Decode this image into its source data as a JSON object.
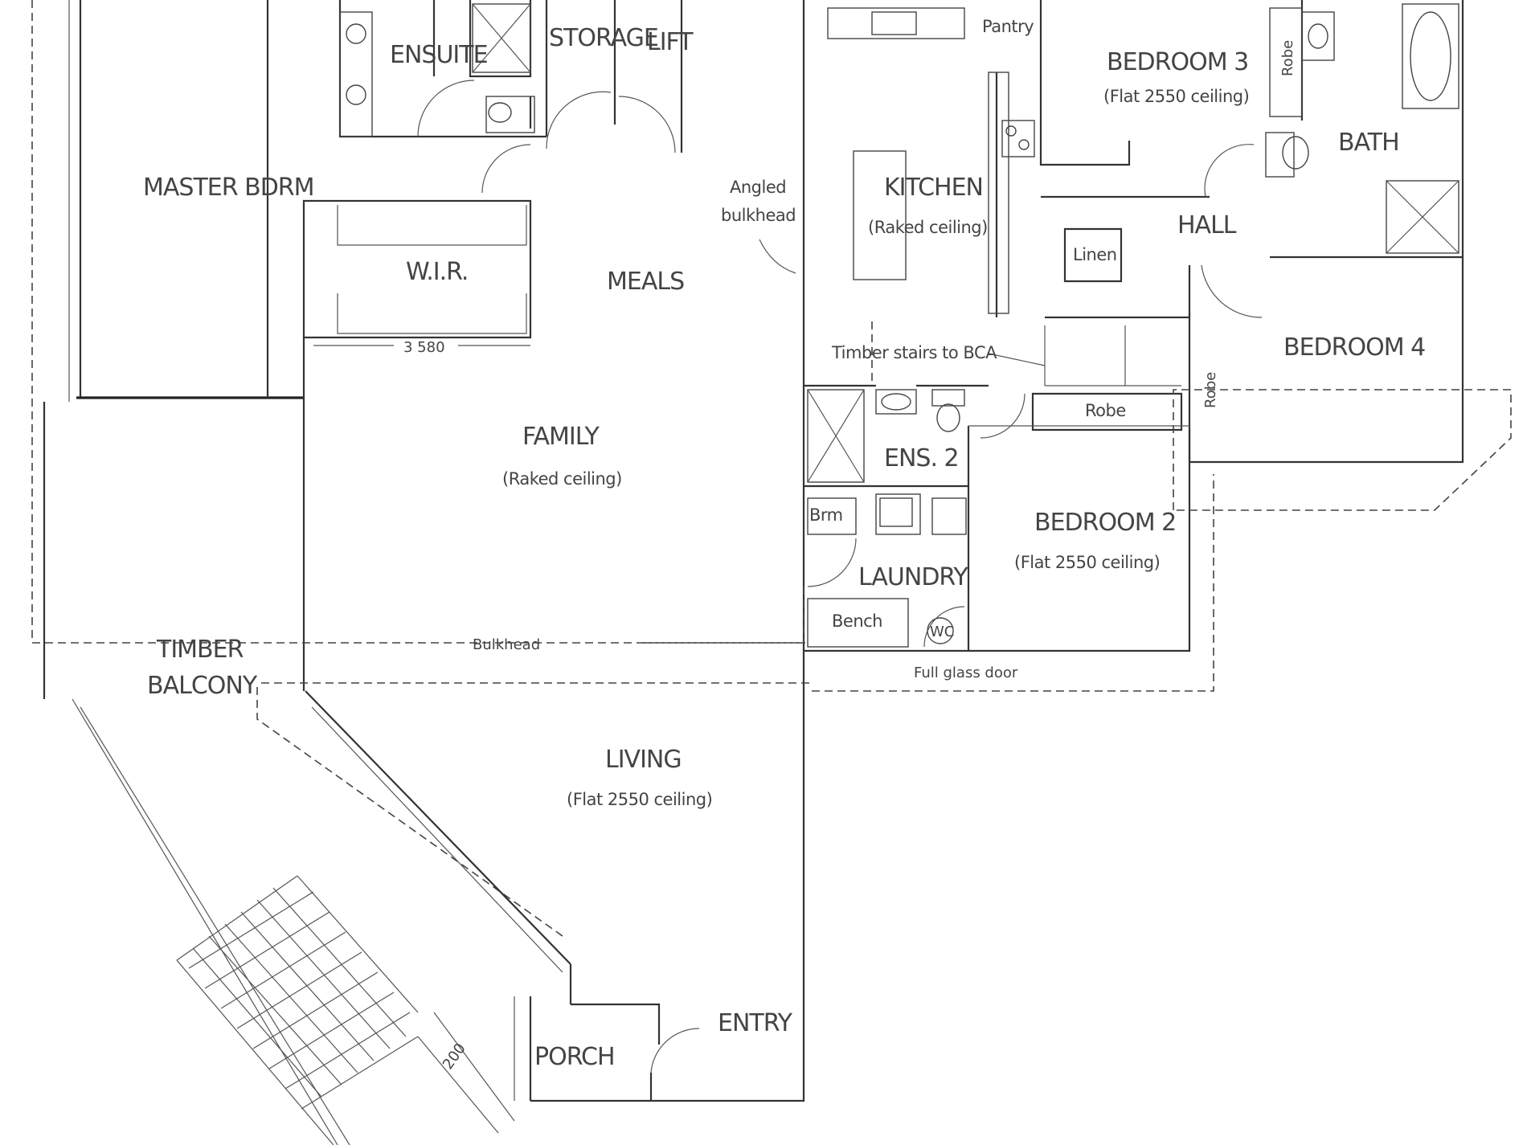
{
  "rooms": {
    "ensuite": "ENSUITE",
    "storage": "STORAGE",
    "lift": "LIFT",
    "pantry": "Pantry",
    "bedroom3": "BEDROOM 3",
    "bedroom3_ceiling": "(Flat 2550 ceiling)",
    "robe_bed3": "Robe",
    "bath": "BATH",
    "master": "MASTER BDRM",
    "wir": "W.I.R.",
    "meals": "MEALS",
    "kitchen": "KITCHEN",
    "kitchen_ceiling": "(Raked ceiling)",
    "hall": "HALL",
    "linen": "Linen",
    "bedroom4": "BEDROOM 4",
    "robe_bed4": "Robe",
    "robe_bed2": "Robe",
    "family": "FAMILY",
    "family_ceiling": "(Raked ceiling)",
    "ens2": "ENS. 2",
    "brm": "Brm",
    "laundry": "LAUNDRY",
    "bench": "Bench",
    "wc": "WC",
    "bedroom2": "BEDROOM 2",
    "bedroom2_ceiling": "(Flat 2550 ceiling)",
    "balcony_1": "TIMBER",
    "balcony_2": "BALCONY",
    "living": "LIVING",
    "living_ceiling": "(Flat 2550 ceiling)",
    "entry": "ENTRY",
    "porch": "PORCH"
  },
  "notes": {
    "angled_1": "Angled",
    "angled_2": "bulkhead",
    "stairs": "Timber stairs to BCA",
    "dimension": "3 580",
    "bulkhead": "Bulkhead",
    "glass_door": "Full glass door",
    "stair_dim": "200"
  }
}
